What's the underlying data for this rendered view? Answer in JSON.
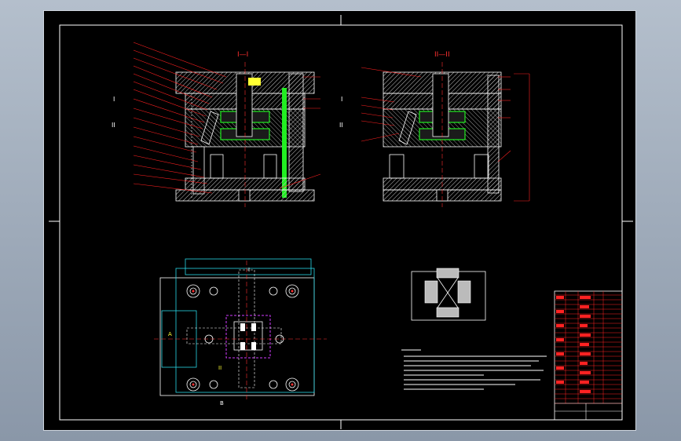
{
  "window": {
    "background_color": "#000000",
    "frame_color": "#ffffff"
  },
  "section_views": {
    "left": {
      "title": "I—I",
      "side_markers": [
        "I",
        "II"
      ],
      "title_color": "#ff3030"
    },
    "right": {
      "title": "II—II",
      "side_markers": [
        "I",
        "II"
      ],
      "title_color": "#ff3030"
    },
    "leader_color": "#ff2020",
    "hatch_color": "#d8d8d8",
    "green_color": "#22ee22"
  },
  "plan_view": {
    "section_markers": [
      "I",
      "II",
      "A",
      "B"
    ],
    "cyan_color": "#29d6e6",
    "magenta_color": "#d23cff",
    "bottom_label": "B"
  },
  "title_block": {
    "color": "#ff2222"
  },
  "icons": {
    "frame": "drawing-frame-icon",
    "part": "plastic-part-icon"
  }
}
